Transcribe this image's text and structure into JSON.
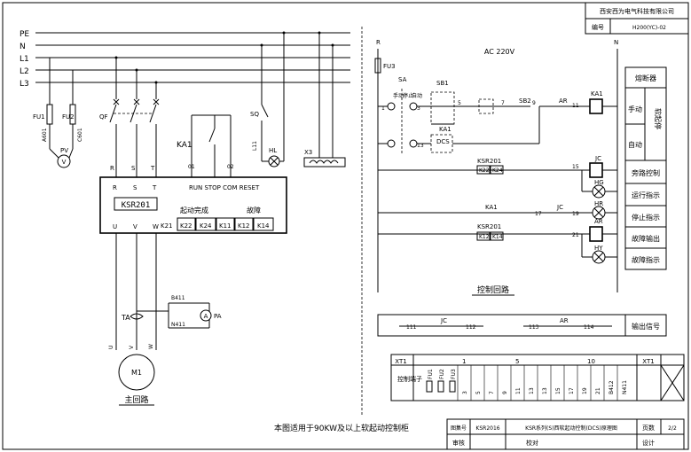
{
  "title_block": {
    "company": "西安西为电气科技有限公司",
    "number_label": "编号",
    "number_value": "H200(YC)-02",
    "atlas_label": "图集号",
    "atlas_value": "KSR2016",
    "drawing_title": "KSR系列(S)西软起动控制(DCS)原理图",
    "page_label": "页数",
    "page_value": "2/2",
    "review_label": "审核",
    "proof_label": "校对",
    "design_label": "设计"
  },
  "note": "本图适用于90KW及以上软起动控制柜",
  "main_circuit": {
    "caption": "主回路",
    "buses": [
      "PE",
      "N",
      "L1",
      "L2",
      "L3"
    ],
    "fuses": [
      "FU1",
      "FU2"
    ],
    "voltmeter": "PV",
    "wires_left": [
      "A601",
      "C601"
    ],
    "breaker": "QF",
    "switch_sq": "SQ",
    "wire_l11": "L11",
    "lamp_hl": "HL",
    "terminal_x3": "X3",
    "relay": "KA1",
    "wire_01": "01",
    "wire_02": "02",
    "phase_in": [
      "R",
      "S",
      "T"
    ],
    "device": "KSR201",
    "control_terms": "RUN STOP COM RESET",
    "output_group_1": "起动完成",
    "output_group_2": "故障",
    "k_terms": [
      "K21",
      "K22",
      "K24",
      "K11",
      "K12",
      "K14"
    ],
    "phase_out": [
      "U",
      "V",
      "W"
    ],
    "ct": "TA",
    "ammeter": "PA",
    "ct_wire_1": "B411",
    "ct_wire_2": "N411",
    "motor": "M1",
    "motor_terms": [
      "U",
      "V",
      "W"
    ]
  },
  "control_circuit": {
    "caption": "控制回路",
    "supply": "AC 220V",
    "r_label": "R",
    "n_label": "N",
    "fuse": "FU3",
    "selector": "SA",
    "sel_manual": "手动",
    "sel_stop": "停止",
    "sel_auto": "自动",
    "sb1": "SB1",
    "sb2": "SB2",
    "ka1": "KA1",
    "dcs": "DCS",
    "ar": "AR",
    "ksr": "KSR201",
    "jc": "JC",
    "hg": "HG",
    "hr": "HR",
    "hy": "HY",
    "k_pair_1": [
      "K22",
      "K24"
    ],
    "k_pair_2": [
      "K12",
      "K14"
    ],
    "node_numbers": [
      "1",
      "3",
      "5",
      "7",
      "9",
      "11",
      "13",
      "15",
      "17",
      "19",
      "21"
    ],
    "output_row": [
      "111",
      "112",
      "113",
      "114"
    ]
  },
  "legend": {
    "fuse": "熔断器",
    "manual": "手动",
    "auto": "自动",
    "soft_start": "软起停",
    "bypass": "旁路控制",
    "run": "运行指示",
    "stop": "停止指示",
    "fault_out": "故障输出",
    "fault_ind": "故障指示",
    "output_signal": "输出信号"
  },
  "terminal_strip": {
    "name": "XT1",
    "label": "控制端子",
    "fuses": [
      "FU1",
      "FU2",
      "FU3"
    ],
    "group_headers": [
      "1",
      "5",
      "10"
    ],
    "numbers": [
      "3",
      "5",
      "7",
      "9",
      "11",
      "13",
      "13",
      "15",
      "17",
      "19",
      "21",
      "B412",
      "N411"
    ]
  }
}
